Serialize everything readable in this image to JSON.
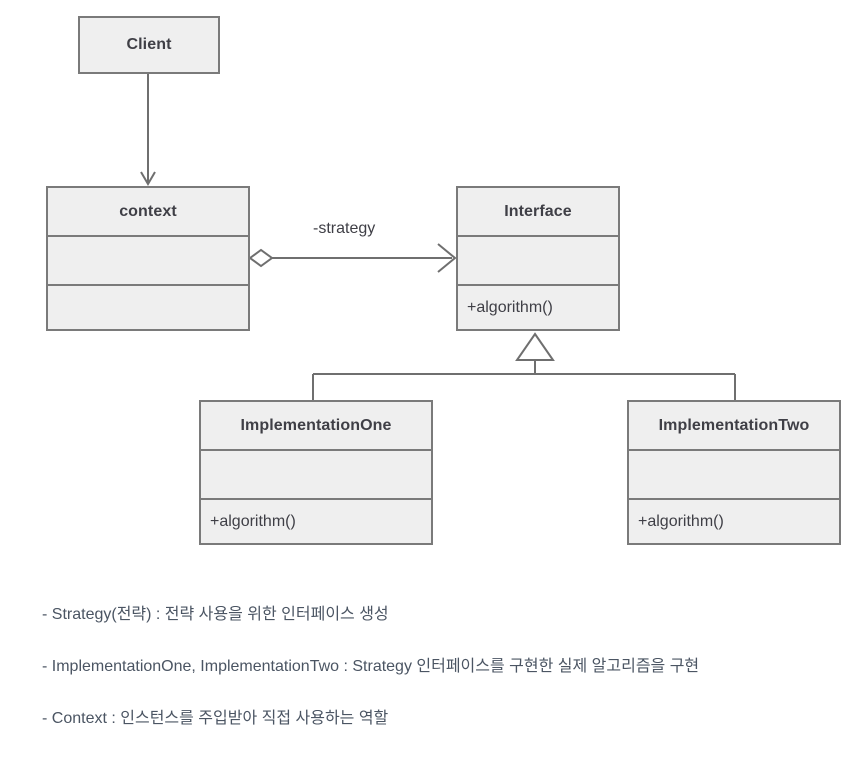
{
  "diagram": {
    "kind": "uml-class-diagram",
    "pattern_name": "Strategy",
    "colors": {
      "box_fill": "#efefef",
      "box_border": "#7a7a7a",
      "connector": "#6f6f6f",
      "text": "#3f3f46",
      "note_text": "#4b5563",
      "background": "#ffffff"
    },
    "classes": [
      {
        "id": "client",
        "name": "Client",
        "compartments": {
          "attributes": [],
          "operations": []
        },
        "single_compartment": true
      },
      {
        "id": "context",
        "name": "context",
        "compartments": {
          "attributes": [],
          "operations": []
        },
        "single_compartment": false
      },
      {
        "id": "interface",
        "name": "Interface",
        "compartments": {
          "attributes": [],
          "operations": [
            "+algorithm()"
          ]
        },
        "single_compartment": false
      },
      {
        "id": "implementation-one",
        "name": "ImplementationOne",
        "compartments": {
          "attributes": [],
          "operations": [
            "+algorithm()"
          ]
        },
        "single_compartment": false
      },
      {
        "id": "implementation-two",
        "name": "ImplementationTwo",
        "compartments": {
          "attributes": [],
          "operations": [
            "+algorithm()"
          ]
        },
        "single_compartment": false
      }
    ],
    "relationships": [
      {
        "id": "client-to-context",
        "type": "directed-association",
        "from": "Client",
        "to": "context",
        "label": ""
      },
      {
        "id": "context-to-interface",
        "type": "aggregation-directed",
        "from": "context",
        "to": "Interface",
        "label": "-strategy"
      },
      {
        "id": "impl-one-generalization",
        "type": "generalization",
        "from": "ImplementationOne",
        "to": "Interface",
        "label": ""
      },
      {
        "id": "impl-two-generalization",
        "type": "generalization",
        "from": "ImplementationTwo",
        "to": "Interface",
        "label": ""
      }
    ]
  },
  "notes": [
    "- Strategy(전략) : 전략 사용을 위한 인터페이스 생성",
    "- ImplementationOne, ImplementationTwo : Strategy 인터페이스를 구현한 실제 알고리즘을 구현",
    "- Context : 인스턴스를 주입받아 직접 사용하는 역할"
  ]
}
